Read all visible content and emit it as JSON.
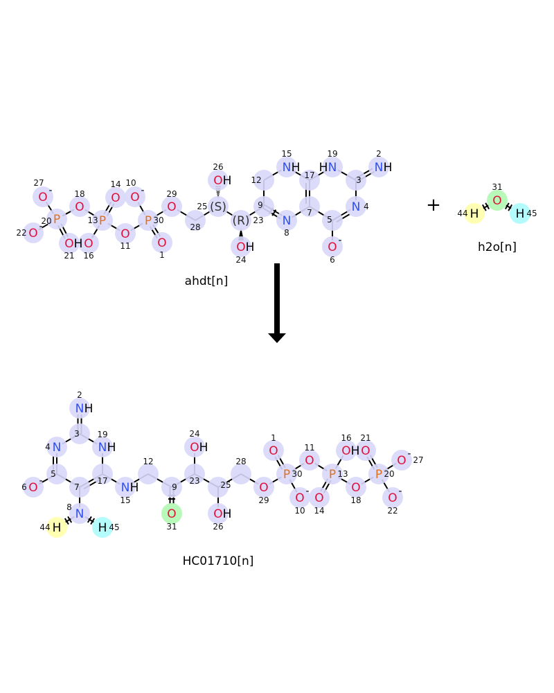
{
  "colors": {
    "O": "#e0103a",
    "N": "#2f4ff0",
    "P": "#e07020",
    "H": "#000000",
    "halo": "#d8d8fa",
    "yellow": "#ffffb4",
    "green": "#b8f8b8",
    "cyan": "#b4fcfc",
    "bond": "#000000"
  },
  "reaction": {
    "plus": "+",
    "arrow": "arrow-down-icon"
  },
  "molecules": [
    {
      "id": "ahdt",
      "name": "ahdt[n]",
      "atoms": [
        {
          "id": "27",
          "sym": "O",
          "charge": "-"
        },
        {
          "id": "20",
          "sym": "P"
        },
        {
          "id": "22",
          "sym": "O",
          "charge": "-"
        },
        {
          "id": "21",
          "sym": "O",
          "h": "H"
        },
        {
          "id": "18",
          "sym": "O"
        },
        {
          "id": "13",
          "sym": "P"
        },
        {
          "id": "14",
          "sym": "O"
        },
        {
          "id": "16",
          "sym": "O"
        },
        {
          "id": "11",
          "sym": "O"
        },
        {
          "id": "30",
          "sym": "P"
        },
        {
          "id": "10",
          "sym": "O",
          "charge": "-"
        },
        {
          "id": "1",
          "sym": "O"
        },
        {
          "id": "29",
          "sym": "O"
        },
        {
          "id": "28",
          "sym": ""
        },
        {
          "id": "25",
          "sym": "(S)",
          "stereo": true
        },
        {
          "id": "26",
          "sym": "O",
          "h": "H"
        },
        {
          "id": "23",
          "sym": "(R)",
          "stereo": true
        },
        {
          "id": "24",
          "sym": "O",
          "h": "H"
        },
        {
          "id": "9",
          "sym": ""
        },
        {
          "id": "12",
          "sym": ""
        },
        {
          "id": "15",
          "sym": "N",
          "h": "H"
        },
        {
          "id": "17",
          "sym": ""
        },
        {
          "id": "7",
          "sym": ""
        },
        {
          "id": "8",
          "sym": "N"
        },
        {
          "id": "5",
          "sym": ""
        },
        {
          "id": "6",
          "sym": "O",
          "charge": "-"
        },
        {
          "id": "4",
          "sym": "N"
        },
        {
          "id": "3",
          "sym": ""
        },
        {
          "id": "19",
          "sym": "N",
          "hl": "H"
        },
        {
          "id": "2",
          "sym": "N",
          "h": "H"
        }
      ],
      "bonds": [
        [
          "27",
          "20",
          1
        ],
        [
          "20",
          "22",
          1
        ],
        [
          "20",
          "21",
          2
        ],
        [
          "20",
          "18",
          1
        ],
        [
          "18",
          "13",
          1
        ],
        [
          "13",
          "14",
          2
        ],
        [
          "13",
          "16",
          1
        ],
        [
          "13",
          "11",
          1
        ],
        [
          "11",
          "30",
          1
        ],
        [
          "30",
          "10",
          1
        ],
        [
          "30",
          "1",
          2
        ],
        [
          "30",
          "29",
          1
        ],
        [
          "29",
          "28",
          1
        ],
        [
          "28",
          "25",
          1
        ],
        [
          "25",
          "26",
          1,
          "hash"
        ],
        [
          "25",
          "23",
          1
        ],
        [
          "23",
          "24",
          1,
          "wedge"
        ],
        [
          "23",
          "9",
          1
        ],
        [
          "9",
          "12",
          1
        ],
        [
          "12",
          "15",
          1
        ],
        [
          "15",
          "17",
          1
        ],
        [
          "17",
          "7",
          2,
          "inner"
        ],
        [
          "9",
          "8",
          2,
          "x"
        ],
        [
          "8",
          "7",
          1
        ],
        [
          "7",
          "5",
          1
        ],
        [
          "5",
          "4",
          2,
          "inner"
        ],
        [
          "5",
          "6",
          1
        ],
        [
          "4",
          "3",
          1
        ],
        [
          "3",
          "19",
          1
        ],
        [
          "19",
          "17",
          1
        ],
        [
          "3",
          "2",
          2
        ]
      ]
    },
    {
      "id": "h2o",
      "name": "h2o[n]",
      "atoms": [
        {
          "id": "44",
          "sym": "H",
          "hl_color": "yellow"
        },
        {
          "id": "31",
          "sym": "O",
          "hl_color": "green"
        },
        {
          "id": "45",
          "sym": "H",
          "hl_color": "cyan"
        }
      ],
      "bonds": [
        [
          "44",
          "31",
          1,
          "x"
        ],
        [
          "31",
          "45",
          1,
          "x"
        ]
      ]
    },
    {
      "id": "hc01710",
      "name": "HC01710[n]",
      "atoms": [
        {
          "id": "2",
          "sym": "N",
          "h": "H"
        },
        {
          "id": "3",
          "sym": ""
        },
        {
          "id": "4",
          "sym": "N"
        },
        {
          "id": "19",
          "sym": "N",
          "h": "H"
        },
        {
          "id": "5",
          "sym": ""
        },
        {
          "id": "6",
          "sym": "O",
          "charge": "-"
        },
        {
          "id": "7",
          "sym": ""
        },
        {
          "id": "17",
          "sym": ""
        },
        {
          "id": "8",
          "sym": "N"
        },
        {
          "id": "44",
          "sym": "H",
          "hl_color": "yellow"
        },
        {
          "id": "45",
          "sym": "H",
          "hl_color": "cyan"
        },
        {
          "id": "15",
          "sym": "N",
          "h": "H"
        },
        {
          "id": "12",
          "sym": ""
        },
        {
          "id": "9",
          "sym": ""
        },
        {
          "id": "31",
          "sym": "O",
          "hl_color": "green"
        },
        {
          "id": "23",
          "sym": ""
        },
        {
          "id": "24",
          "sym": "O",
          "h": "H"
        },
        {
          "id": "25",
          "sym": ""
        },
        {
          "id": "26",
          "sym": "O",
          "h": "H"
        },
        {
          "id": "28",
          "sym": ""
        },
        {
          "id": "29",
          "sym": "O"
        },
        {
          "id": "30",
          "sym": "P"
        },
        {
          "id": "1",
          "sym": "O"
        },
        {
          "id": "10",
          "sym": "O",
          "charge": "-"
        },
        {
          "id": "11",
          "sym": "O"
        },
        {
          "id": "13",
          "sym": "P"
        },
        {
          "id": "16",
          "sym": "O",
          "h": "H"
        },
        {
          "id": "14",
          "sym": "O"
        },
        {
          "id": "18",
          "sym": "O"
        },
        {
          "id": "20",
          "sym": "P"
        },
        {
          "id": "21",
          "sym": "O"
        },
        {
          "id": "27",
          "sym": "O",
          "charge": "-"
        },
        {
          "id": "22",
          "sym": "O",
          "charge": "-"
        }
      ],
      "bonds": [
        [
          "2",
          "3",
          2
        ],
        [
          "3",
          "4",
          1
        ],
        [
          "3",
          "19",
          1
        ],
        [
          "4",
          "5",
          2,
          "inner"
        ],
        [
          "5",
          "6",
          1
        ],
        [
          "5",
          "7",
          1
        ],
        [
          "7",
          "17",
          2,
          "inner"
        ],
        [
          "17",
          "19",
          1
        ],
        [
          "7",
          "8",
          1
        ],
        [
          "8",
          "44",
          1,
          "x"
        ],
        [
          "8",
          "45",
          1,
          "x"
        ],
        [
          "17",
          "15",
          1
        ],
        [
          "15",
          "12",
          1
        ],
        [
          "12",
          "9",
          1
        ],
        [
          "9",
          "31",
          2,
          "x"
        ],
        [
          "9",
          "23",
          1
        ],
        [
          "23",
          "24",
          1
        ],
        [
          "23",
          "25",
          1
        ],
        [
          "25",
          "26",
          1
        ],
        [
          "25",
          "28",
          1
        ],
        [
          "28",
          "29",
          1
        ],
        [
          "29",
          "30",
          1
        ],
        [
          "30",
          "1",
          2
        ],
        [
          "30",
          "10",
          1
        ],
        [
          "30",
          "11",
          1
        ],
        [
          "11",
          "13",
          1
        ],
        [
          "13",
          "16",
          1
        ],
        [
          "13",
          "14",
          2
        ],
        [
          "13",
          "18",
          1
        ],
        [
          "18",
          "20",
          1
        ],
        [
          "20",
          "21",
          2
        ],
        [
          "20",
          "27",
          1
        ],
        [
          "20",
          "22",
          1
        ]
      ]
    }
  ]
}
